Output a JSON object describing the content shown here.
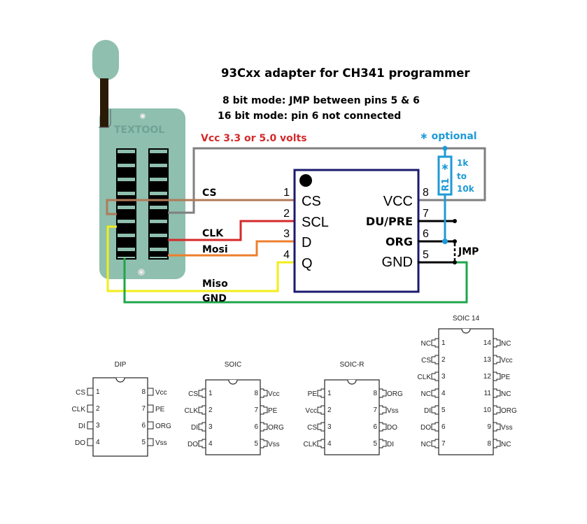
{
  "title": "93Cxx adapter for CH341 programmer",
  "notes": {
    "mode8": "8 bit mode: JMP between pins 5 & 6",
    "mode16": "16 bit mode: pin 6 not connected",
    "vcc": "Vcc 3.3 or 5.0 volts",
    "optional": "∗ optional"
  },
  "colors": {
    "vcc_wire": "#7f7f7f",
    "cs_wire": "#b07a5a",
    "clk_wire": "#d42a2a",
    "mosi_wire": "#ee7f2d",
    "miso_wire": "#f2ee1a",
    "gnd_wire": "#1ea64b",
    "resistor": "#1e9ad6",
    "chip_outline": "#1a1a6e",
    "socket_body": "#8fbfae",
    "vcc_text": "#d42a2a",
    "optional_text": "#1e9ad6"
  },
  "socket": {
    "brand": "TEXTOOL"
  },
  "wires": {
    "cs": "CS",
    "clk": "CLK",
    "mosi": "Mosi",
    "miso": "Miso",
    "gnd": "GND"
  },
  "chip": {
    "left_pins": [
      {
        "num": "1",
        "name": "CS"
      },
      {
        "num": "2",
        "name": "SCL"
      },
      {
        "num": "3",
        "name": "D"
      },
      {
        "num": "4",
        "name": "Q"
      }
    ],
    "right_pins": [
      {
        "num": "8",
        "name": "VCC"
      },
      {
        "num": "7",
        "name": "DU/PRE"
      },
      {
        "num": "6",
        "name": "ORG"
      },
      {
        "num": "5",
        "name": "GND"
      }
    ]
  },
  "resistor": {
    "label": "R1",
    "star": "∗",
    "value_lines": [
      "1k",
      "to",
      "10k"
    ]
  },
  "jumper": "JMP",
  "packages": [
    {
      "name": "DIP",
      "left": [
        {
          "n": "1",
          "s": "CS"
        },
        {
          "n": "2",
          "s": "CLK"
        },
        {
          "n": "3",
          "s": "DI"
        },
        {
          "n": "4",
          "s": "DO"
        }
      ],
      "right": [
        {
          "n": "8",
          "s": "Vcc"
        },
        {
          "n": "7",
          "s": "PE"
        },
        {
          "n": "6",
          "s": "ORG"
        },
        {
          "n": "5",
          "s": "Vss"
        }
      ]
    },
    {
      "name": "SOIC",
      "left": [
        {
          "n": "1",
          "s": "CS"
        },
        {
          "n": "2",
          "s": "CLK"
        },
        {
          "n": "3",
          "s": "DI"
        },
        {
          "n": "4",
          "s": "DO"
        }
      ],
      "right": [
        {
          "n": "8",
          "s": "Vcc"
        },
        {
          "n": "7",
          "s": "PE"
        },
        {
          "n": "6",
          "s": "ORG"
        },
        {
          "n": "5",
          "s": "Vss"
        }
      ]
    },
    {
      "name": "SOIC-R",
      "left": [
        {
          "n": "1",
          "s": "PE"
        },
        {
          "n": "2",
          "s": "Vcc"
        },
        {
          "n": "3",
          "s": "CS"
        },
        {
          "n": "4",
          "s": "CLK"
        }
      ],
      "right": [
        {
          "n": "8",
          "s": "ORG"
        },
        {
          "n": "7",
          "s": "Vss"
        },
        {
          "n": "6",
          "s": "DO"
        },
        {
          "n": "5",
          "s": "DI"
        }
      ]
    },
    {
      "name": "SOIC 14",
      "left": [
        {
          "n": "1",
          "s": "NC"
        },
        {
          "n": "2",
          "s": "CS"
        },
        {
          "n": "3",
          "s": "CLK"
        },
        {
          "n": "4",
          "s": "NC"
        },
        {
          "n": "5",
          "s": "DI"
        },
        {
          "n": "6",
          "s": "DO"
        },
        {
          "n": "7",
          "s": "NC"
        }
      ],
      "right": [
        {
          "n": "14",
          "s": "NC"
        },
        {
          "n": "13",
          "s": "Vcc"
        },
        {
          "n": "12",
          "s": "PE"
        },
        {
          "n": "11",
          "s": "NC"
        },
        {
          "n": "10",
          "s": "ORG"
        },
        {
          "n": "9",
          "s": "Vss"
        },
        {
          "n": "8",
          "s": "NC"
        }
      ]
    }
  ]
}
